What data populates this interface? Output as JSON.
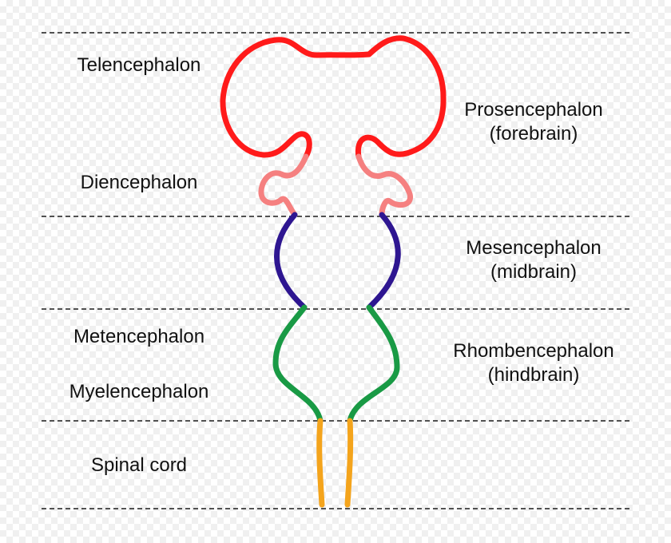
{
  "regions": {
    "telencephalon": "Telencephalon",
    "diencephalon": "Diencephalon",
    "metencephalon": "Metencephalon",
    "myelencephalon": "Myelencephalon",
    "spinal_cord": "Spinal cord"
  },
  "divisions": {
    "prosencephalon": {
      "name": "Prosencephalon",
      "common": "(forebrain)"
    },
    "mesencephalon": {
      "name": "Mesencephalon",
      "common": "(midbrain)"
    },
    "rhombencephalon": {
      "name": "Rhombencephalon",
      "common": "(hindbrain)"
    }
  },
  "colors": {
    "telencephalon": "#ff1a1a",
    "diencephalon": "#f58080",
    "mesencephalon": "#2e1691",
    "rhombencephalon": "#199a45",
    "spinal_cord": "#f4a41c"
  }
}
